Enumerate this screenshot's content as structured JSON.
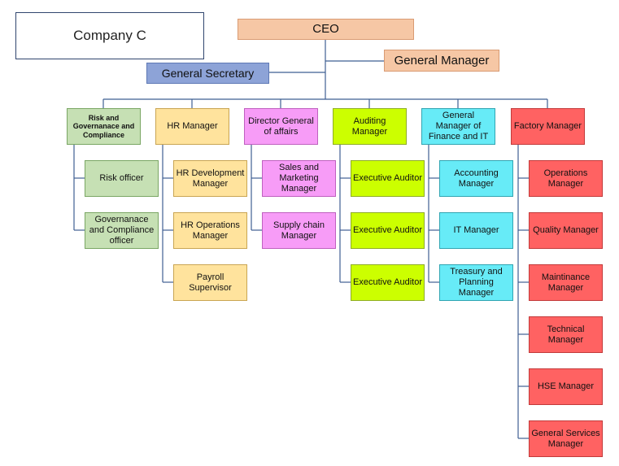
{
  "company": "Company C",
  "ceo": "CEO",
  "general_manager": "General Manager",
  "general_secretary": "General Secretary",
  "departments": [
    {
      "title": "Risk and Governanace and Compliance",
      "reports": [
        "Risk officer",
        "Governanace and Compliance officer"
      ]
    },
    {
      "title": "HR Manager",
      "reports": [
        "HR Development Manager",
        "HR Operations Manager",
        "Payroll Supervisor"
      ]
    },
    {
      "title": "Director General of affairs",
      "reports": [
        "Sales and Marketing Manager",
        "Supply chain Manager"
      ]
    },
    {
      "title": "Auditing Manager",
      "reports": [
        "Executive Auditor",
        "Executive Auditor",
        "Executive Auditor"
      ]
    },
    {
      "title": "General Manager of Finance and IT",
      "reports": [
        "Accounting Manager",
        "IT Manager",
        "Treasury and Planning Manager"
      ]
    },
    {
      "title": "Factory Manager",
      "reports": [
        "Operations Manager",
        "Quality Manager",
        "Maintinance Manager",
        "Technical Manager",
        "HSE Manager",
        "General Services Manager"
      ]
    }
  ]
}
